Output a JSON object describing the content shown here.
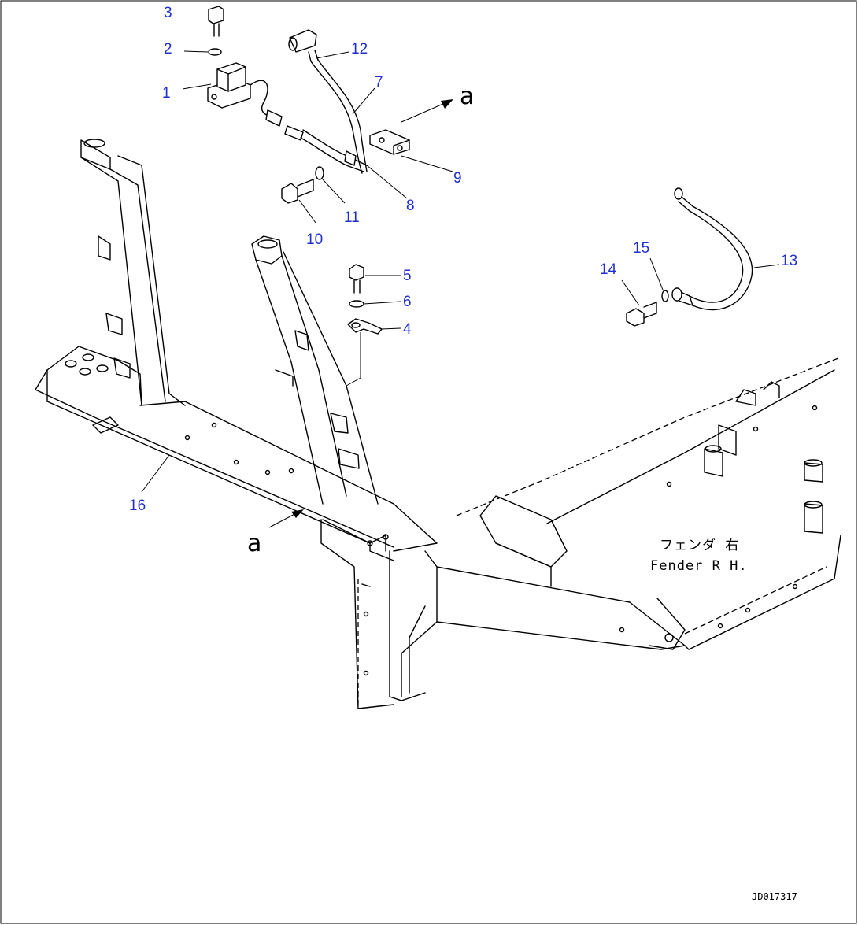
{
  "callouts": [
    {
      "id": "3",
      "label": "3"
    },
    {
      "id": "2",
      "label": "2"
    },
    {
      "id": "1",
      "label": "1"
    },
    {
      "id": "12",
      "label": "12"
    },
    {
      "id": "7",
      "label": "7"
    },
    {
      "id": "9",
      "label": "9"
    },
    {
      "id": "8",
      "label": "8"
    },
    {
      "id": "11",
      "label": "11"
    },
    {
      "id": "10",
      "label": "10"
    },
    {
      "id": "5",
      "label": "5"
    },
    {
      "id": "6",
      "label": "6"
    },
    {
      "id": "4",
      "label": "4"
    },
    {
      "id": "13",
      "label": "13"
    },
    {
      "id": "14",
      "label": "14"
    },
    {
      "id": "15",
      "label": "15"
    },
    {
      "id": "16",
      "label": "16"
    }
  ],
  "view_markers": {
    "top": "a",
    "bottom": "a"
  },
  "fender_label": {
    "jp": "フェンダ 右",
    "en": "Fender R H."
  },
  "drawing_code": "JD017317",
  "colors": {
    "callout": "#1f2fd0",
    "line": "#000000"
  }
}
